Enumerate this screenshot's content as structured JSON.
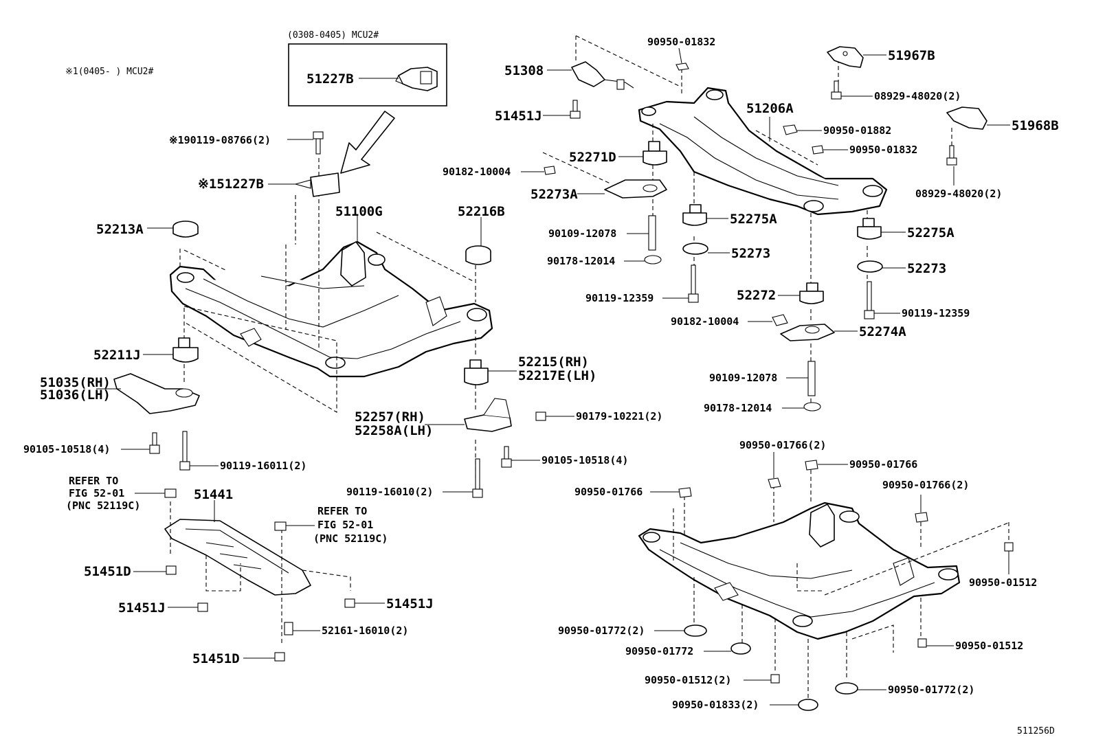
{
  "notes": {
    "variant_box_title": "(0308-0405) MCU2#",
    "variant_note": "※1(0405-  ) MCU2#",
    "figure_code": "511256D"
  },
  "labels": [
    {
      "text": "51227B"
    },
    {
      "text": "※190119-08766(2)"
    },
    {
      "text": "※151227B"
    },
    {
      "text": "51100G"
    },
    {
      "text": "52216B"
    },
    {
      "text": "52213A"
    },
    {
      "text": "52211J"
    },
    {
      "text": "51035(RH)"
    },
    {
      "text": "51036(LH)"
    },
    {
      "text": "52215(RH)"
    },
    {
      "text": "52217E(LH)"
    },
    {
      "text": "52257(RH)"
    },
    {
      "text": "52258A(LH)"
    },
    {
      "text": "90179-10221(2)"
    },
    {
      "text": "90105-10518(4)"
    },
    {
      "text": "90119-16011(2)"
    },
    {
      "text": "90105-10518(4)"
    },
    {
      "text": "90119-16010(2)"
    },
    {
      "text": "REFER TO"
    },
    {
      "text": "FIG 52-01"
    },
    {
      "text": "(PNC 52119C)"
    },
    {
      "text": "51441"
    },
    {
      "text": "REFER TO"
    },
    {
      "text": "FIG 52-01"
    },
    {
      "text": "(PNC 52119C)"
    },
    {
      "text": "51451D"
    },
    {
      "text": "51451J"
    },
    {
      "text": "51451J"
    },
    {
      "text": "52161-16010(2)"
    },
    {
      "text": "51451D"
    },
    {
      "text": "51308"
    },
    {
      "text": "90950-01832"
    },
    {
      "text": "51967B"
    },
    {
      "text": "08929-48020(2)"
    },
    {
      "text": "51451J"
    },
    {
      "text": "51206A"
    },
    {
      "text": "90950-01882"
    },
    {
      "text": "90950-01832"
    },
    {
      "text": "51968B"
    },
    {
      "text": "52271D"
    },
    {
      "text": "90182-10004"
    },
    {
      "text": "52273A"
    },
    {
      "text": "08929-48020(2)"
    },
    {
      "text": "52275A"
    },
    {
      "text": "52275A"
    },
    {
      "text": "90109-12078"
    },
    {
      "text": "90178-12014"
    },
    {
      "text": "52273"
    },
    {
      "text": "52273"
    },
    {
      "text": "90119-12359"
    },
    {
      "text": "52272"
    },
    {
      "text": "90119-12359"
    },
    {
      "text": "90182-10004"
    },
    {
      "text": "52274A"
    },
    {
      "text": "90109-12078"
    },
    {
      "text": "90178-12014"
    },
    {
      "text": "90950-01766(2)"
    },
    {
      "text": "90950-01766"
    },
    {
      "text": "90950-01766"
    },
    {
      "text": "90950-01766(2)"
    },
    {
      "text": "90950-01512"
    },
    {
      "text": "90950-01772(2)"
    },
    {
      "text": "90950-01772"
    },
    {
      "text": "90950-01512"
    },
    {
      "text": "90950-01512(2)"
    },
    {
      "text": "90950-01772(2)"
    },
    {
      "text": "90950-01833(2)"
    }
  ]
}
